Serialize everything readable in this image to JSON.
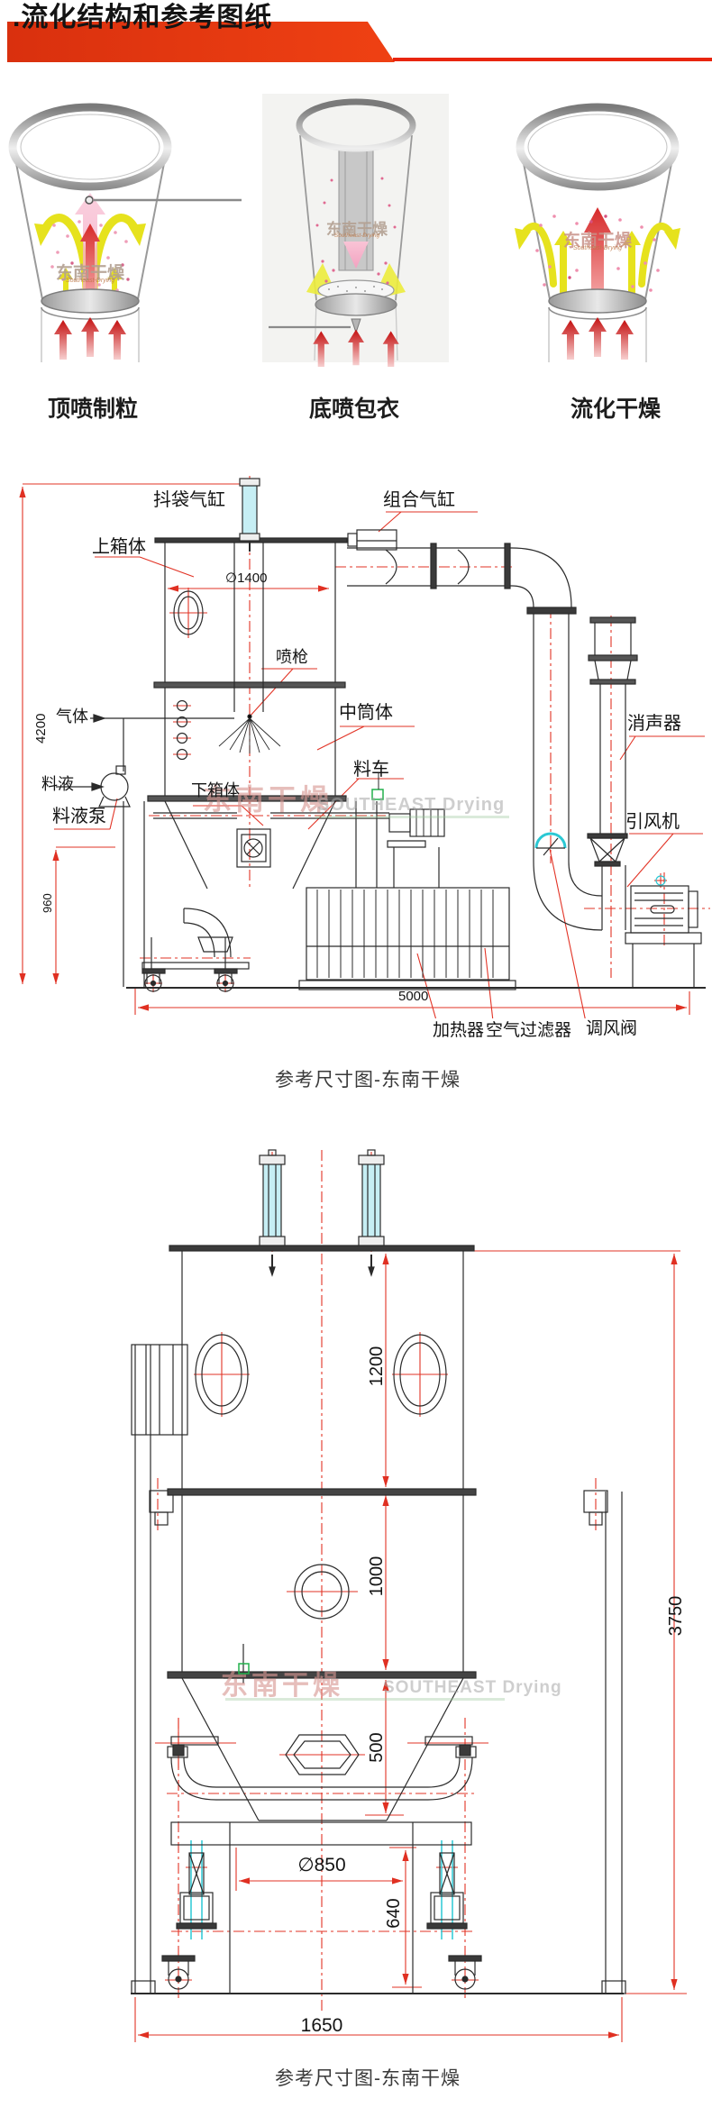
{
  "header": {
    "title": ".流化结构和参考图纸",
    "banner_color": "#e8380d"
  },
  "processes": [
    {
      "label": "顶喷制粒"
    },
    {
      "label": "底喷包衣"
    },
    {
      "label": "流化干燥"
    }
  ],
  "watermark": {
    "cn": "东南干燥",
    "en": "SOUTHEAST Drying",
    "en_small": "Southeast-Drying"
  },
  "drawing1": {
    "caption": "参考尺寸图-东南干燥",
    "labels": {
      "bag_shake_cylinder": "抖袋气缸",
      "combo_cylinder": "组合气缸",
      "upper_box": "上箱体",
      "spray_gun": "喷枪",
      "gas": "气体",
      "middle_cylinder": "中筒体",
      "feed_liquid": "料液",
      "material_cart": "料车",
      "feed_pump": "料液泵",
      "lower_box": "下箱体",
      "muffler": "消声器",
      "induced_draft_fan": "引风机",
      "heater": "加热器",
      "air_filter": "空气过滤器",
      "air_damper": "调风阀"
    },
    "dims": {
      "d1400": "∅1400",
      "h4200": "4200",
      "h960": "960",
      "w5000": "5000"
    }
  },
  "drawing2": {
    "caption": "参考尺寸图-东南干燥",
    "dims": {
      "d1200": "1200",
      "d1000": "1000",
      "d500": "500",
      "d3750": "3750",
      "d850": "∅850",
      "d640": "640",
      "d1650": "1650"
    }
  }
}
